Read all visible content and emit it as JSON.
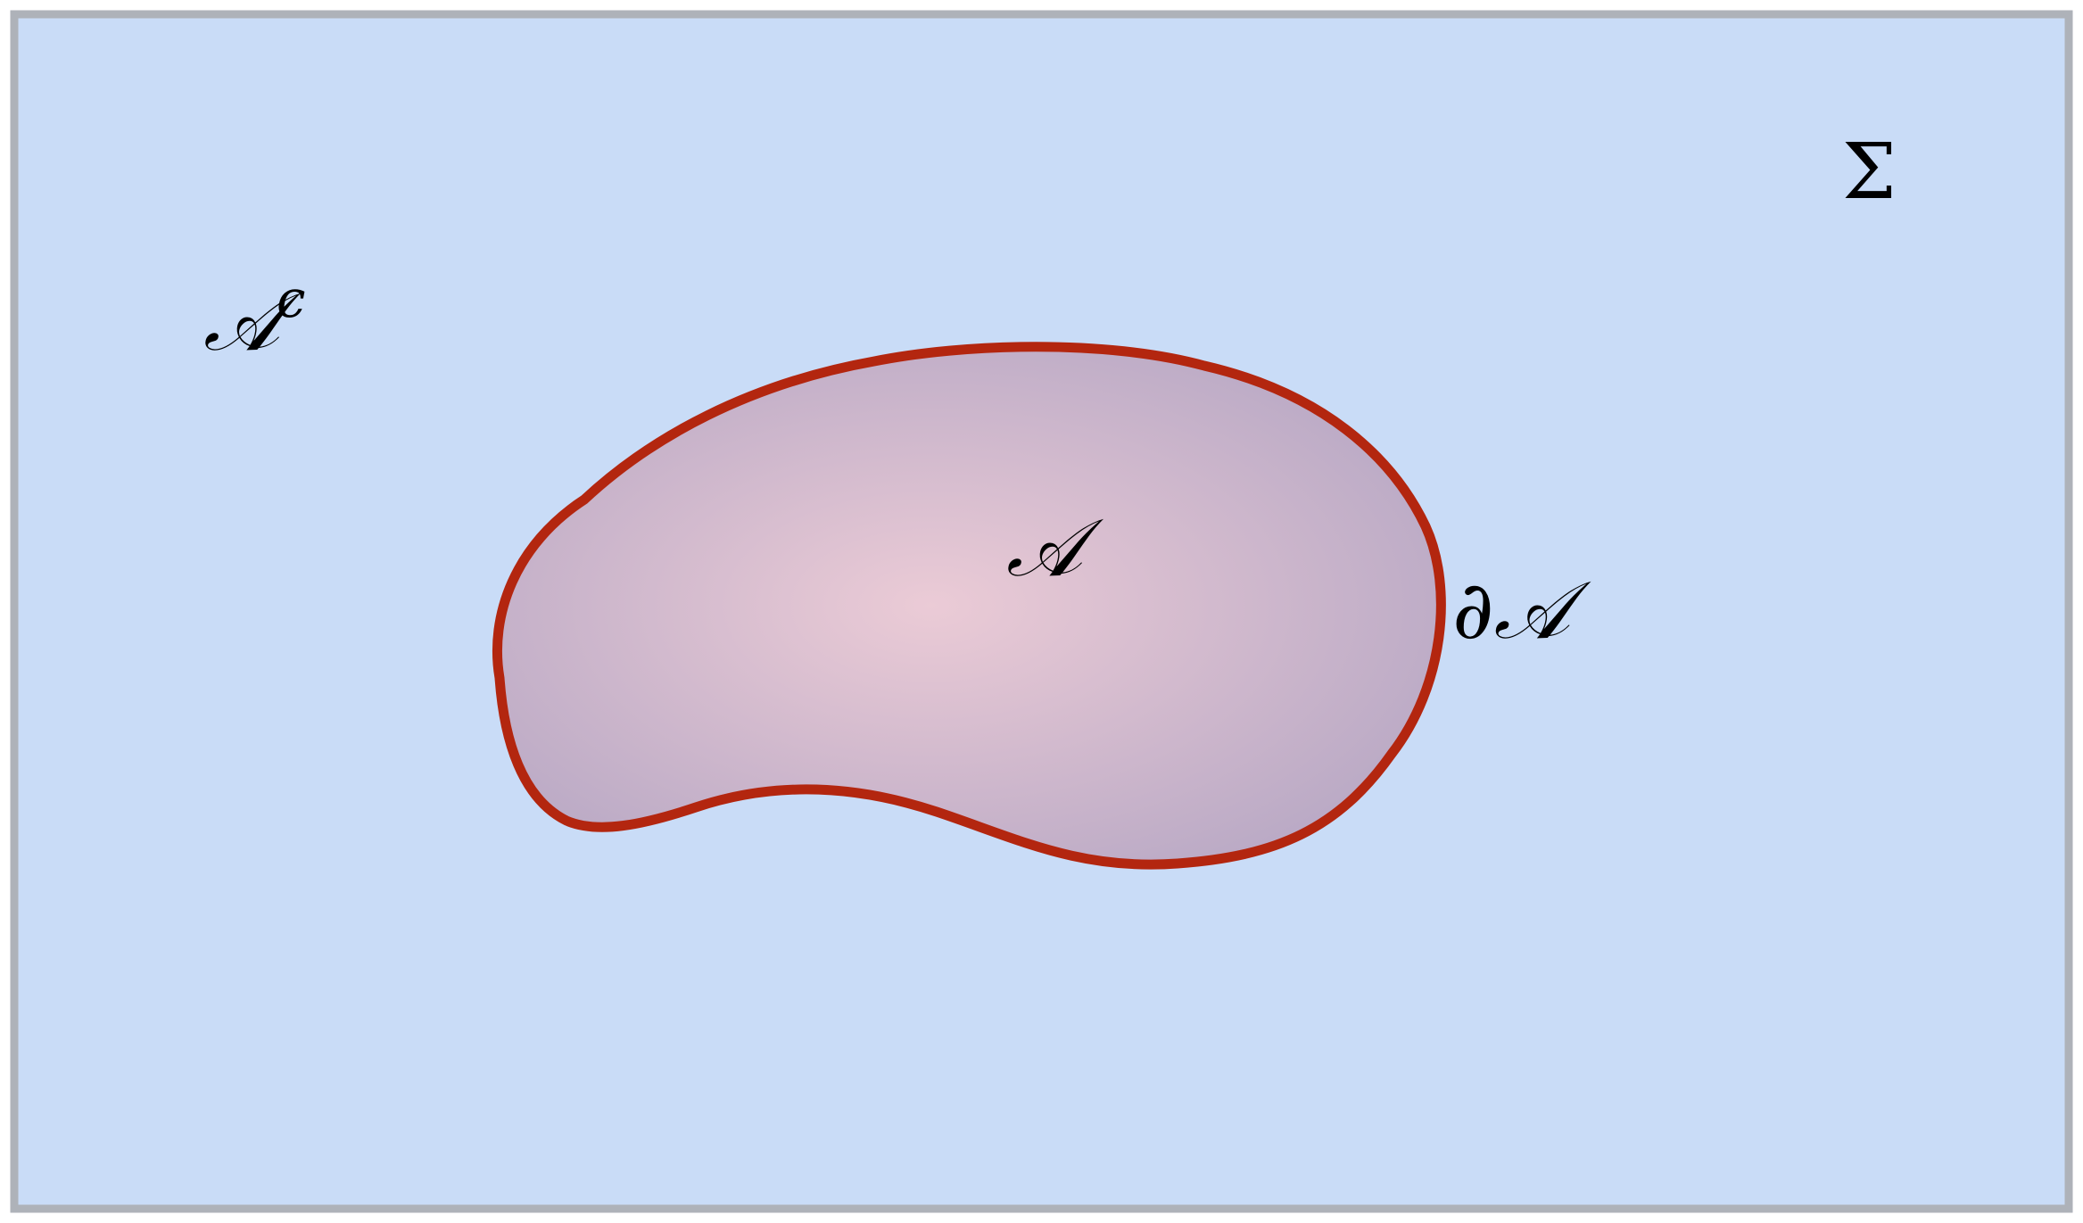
{
  "colors": {
    "frame_border": "#aeb2b9",
    "background_fill": "#c9dcf7",
    "region_boundary": "#b3260f",
    "region_fill_center": "#ebcbd6",
    "region_fill_edge": "#b9a9c5"
  },
  "labels": {
    "space": "Σ",
    "complement_base": "𝒜",
    "complement_sup": "c",
    "region": "𝒜",
    "boundary": "∂𝒜"
  }
}
